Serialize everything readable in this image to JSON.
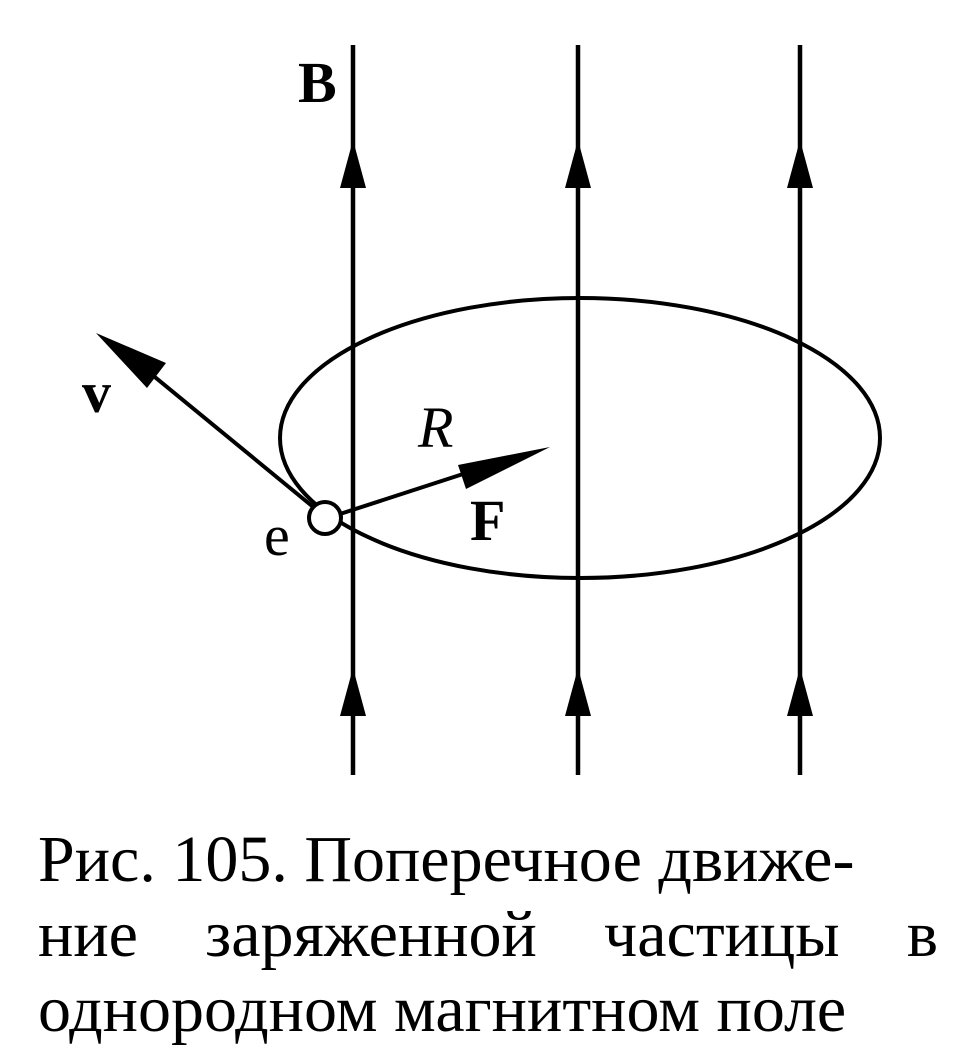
{
  "figure": {
    "labels": {
      "field": "B",
      "velocity": "v",
      "radius": "R",
      "force": "F",
      "charge": "e"
    }
  },
  "caption": {
    "line1": "Рис. 105. Поперечное движе-",
    "line2_words": [
      "ние",
      "заряженной",
      "частицы",
      "в"
    ],
    "line3": "однородном магнитном поле"
  }
}
